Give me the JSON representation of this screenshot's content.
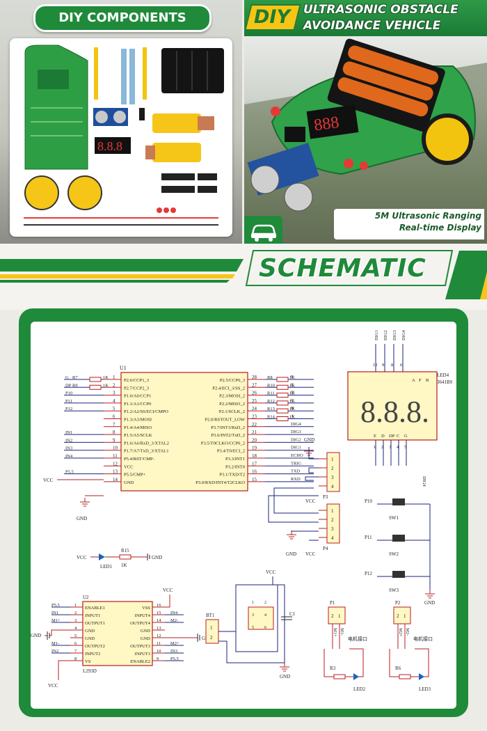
{
  "top_left": {
    "badge": "DIY COMPONENTS"
  },
  "top_right": {
    "badge": "DIY",
    "title_line1": "ULTRASONIC OBSTACLE",
    "title_line2": "AVOIDANCE VEHICLE",
    "feature_line1": "5M Ultrasonic Ranging",
    "feature_line2": "Real-time Display",
    "car_icon": "car-icon"
  },
  "section": {
    "title": "SCHEMATIC"
  },
  "colors": {
    "brand_green": "#1f8a3a",
    "accent_yellow": "#f6c515",
    "wire_blue": "#1a237e",
    "wire_red": "#b71c1c",
    "part_fill": "#fff7c4"
  },
  "schematic": {
    "u1": {
      "ref": "U1",
      "left_pins": [
        {
          "n": "1",
          "name": "P2.6/CCP1_3"
        },
        {
          "n": "2",
          "name": "P2.7/CCP2_3"
        },
        {
          "n": "3",
          "name": "P1.0/A0/CCP1"
        },
        {
          "n": "4",
          "name": "P1.1/A1/CCP0"
        },
        {
          "n": "5",
          "name": "P1.2/A2/SS/ECI/CMPO"
        },
        {
          "n": "6",
          "name": "P1.3/A3/MOSI"
        },
        {
          "n": "7",
          "name": "P1.4/A4/MISO"
        },
        {
          "n": "8",
          "name": "P1.5/A5/SCLK"
        },
        {
          "n": "9",
          "name": "P1.6/A6/RxD_3/XTAL2"
        },
        {
          "n": "10",
          "name": "P1.7/A7/TxD_3/XTAL1"
        },
        {
          "n": "11",
          "name": "P5.4/RST/CMP-"
        },
        {
          "n": "12",
          "name": "VCC"
        },
        {
          "n": "13",
          "name": "P5.5/CMP+"
        },
        {
          "n": "14",
          "name": "GND"
        }
      ],
      "right_pins": [
        {
          "n": "28",
          "name": "P2.5/CCP0_3"
        },
        {
          "n": "27",
          "name": "P2.4/ECI_3/SS_2"
        },
        {
          "n": "26",
          "name": "P2.3/MOSI_2"
        },
        {
          "n": "25",
          "name": "P2.2/MISO_2"
        },
        {
          "n": "24",
          "name": "P2.1/SCLK_2"
        },
        {
          "n": "23",
          "name": "P2.0/RSTOUT_LOW"
        },
        {
          "n": "22",
          "name": "P3.7/INT3/RxD_2"
        },
        {
          "n": "21",
          "name": "P3.6/INT2/TxD_2"
        },
        {
          "n": "20",
          "name": "P3.5/T0CLKO/CCP0_2"
        },
        {
          "n": "19",
          "name": "P3.4/T0/ECI_2"
        },
        {
          "n": "18",
          "name": "P3.3/INT1"
        },
        {
          "n": "17",
          "name": "P3.2/INT0"
        },
        {
          "n": "16",
          "name": "P3.1/TXD/T2"
        },
        {
          "n": "15",
          "name": "P3.0/RXD/INT4/T2CLKO"
        }
      ],
      "left_nets": [
        "G",
        "DP",
        "P10",
        "P11",
        "P12",
        "",
        "",
        "IN1",
        "IN2",
        "IN3",
        "IN4",
        "",
        "P5.5",
        ""
      ],
      "right_nets": [
        "F",
        "E",
        "D",
        "C",
        "B",
        "A",
        "DIG4",
        "DIG3",
        "DIG2",
        "DIG1",
        "ECHO",
        "TRIG",
        "TXD",
        "RXD"
      ],
      "left_resistors": [
        {
          "ref": "R7",
          "val": "1K"
        },
        {
          "ref": "R9",
          "val": "1K"
        }
      ],
      "right_resistors": [
        {
          "ref": "R8",
          "val": "1K"
        },
        {
          "ref": "R10",
          "val": "1K"
        },
        {
          "ref": "R11",
          "val": "1K"
        },
        {
          "ref": "R12",
          "val": "1K"
        },
        {
          "ref": "R13",
          "val": "1K"
        },
        {
          "ref": "R14",
          "val": "1K"
        }
      ],
      "vcc": "VCC",
      "gnd": "GND"
    },
    "led4": {
      "ref": "LED4",
      "part": "3641BS",
      "top_pins": [
        "12",
        "9",
        "8",
        "6"
      ],
      "top_labels": [
        "DIG1",
        "DIG2",
        "DIG3",
        "DIG4"
      ],
      "top_seg_labels": [
        "A",
        "F",
        "B"
      ],
      "bottom_pins": [
        "1",
        "2",
        "3",
        "4",
        "5"
      ],
      "bottom_labels": [
        "E",
        "D",
        "DP",
        "C",
        "G"
      ],
      "bottom_right": "DIG4",
      "digits": "8.8.8."
    },
    "p3": {
      "ref": "P3",
      "pins": [
        "1",
        "2",
        "3",
        "4"
      ],
      "gnd": "GND",
      "vcc": "VCC"
    },
    "p4": {
      "ref": "P4",
      "pins": [
        "1",
        "2",
        "3",
        "4"
      ],
      "gnd": "GND",
      "vcc": "VCC"
    },
    "switches": [
      {
        "ref": "SW1",
        "net": "P10"
      },
      {
        "ref": "SW2",
        "net": "P11"
      },
      {
        "ref": "SW3",
        "net": "P12"
      }
    ],
    "sw_gnd": "GND",
    "led1": {
      "ref": "LED1",
      "r": "R15",
      "rval": "1K",
      "vcc": "VCC",
      "gnd": "GND"
    },
    "u2": {
      "ref": "U2",
      "part": "L293D",
      "left_pins": [
        {
          "n": "1",
          "name": "ENABLE1",
          "net": "P5.5"
        },
        {
          "n": "2",
          "name": "INPUT1",
          "net": "IN1"
        },
        {
          "n": "3",
          "name": "OUTPUT1",
          "net": "M1+"
        },
        {
          "n": "4",
          "name": "GND",
          "net": ""
        },
        {
          "n": "5",
          "name": "GND",
          "net": ""
        },
        {
          "n": "6",
          "name": "OUTPUT2",
          "net": "M1-"
        },
        {
          "n": "7",
          "name": "INPUT2",
          "net": "IN2"
        },
        {
          "n": "8",
          "name": "VS",
          "net": ""
        }
      ],
      "right_pins": [
        {
          "n": "16",
          "name": "VSS",
          "net": ""
        },
        {
          "n": "15",
          "name": "INPUT4",
          "net": "IN4"
        },
        {
          "n": "14",
          "name": "OUTPUT4",
          "net": "M2-"
        },
        {
          "n": "13",
          "name": "GND",
          "net": ""
        },
        {
          "n": "12",
          "name": "GND",
          "net": ""
        },
        {
          "n": "11",
          "name": "OUTPUT3",
          "net": "M2+"
        },
        {
          "n": "10",
          "name": "INPUT3",
          "net": "IN3"
        },
        {
          "n": "9",
          "name": "ENABLE2",
          "net": "P5.5"
        }
      ],
      "vcc_top": "VCC",
      "vcc_bottom": "VCC",
      "gnd_left": "GND",
      "gnd_right": "GND"
    },
    "bt1": {
      "ref": "BT1",
      "pins": [
        "1",
        "2"
      ]
    },
    "power_switch": {
      "vcc": "VCC",
      "pins": [
        "1",
        "2",
        "3",
        "4",
        "5",
        "6"
      ],
      "gnd": "GND"
    },
    "c1": {
      "ref": "C1"
    },
    "p1": {
      "ref": "P1",
      "pins": [
        "2",
        "1"
      ],
      "nets": [
        "M1+",
        "M1-"
      ],
      "label": "电机接口",
      "r": "R3",
      "led": "LED2"
    },
    "p2": {
      "ref": "P2",
      "pins": [
        "2",
        "1"
      ],
      "nets": [
        "M2+",
        "M2-"
      ],
      "label": "电机接口",
      "r": "R6",
      "led": "LED3"
    }
  }
}
